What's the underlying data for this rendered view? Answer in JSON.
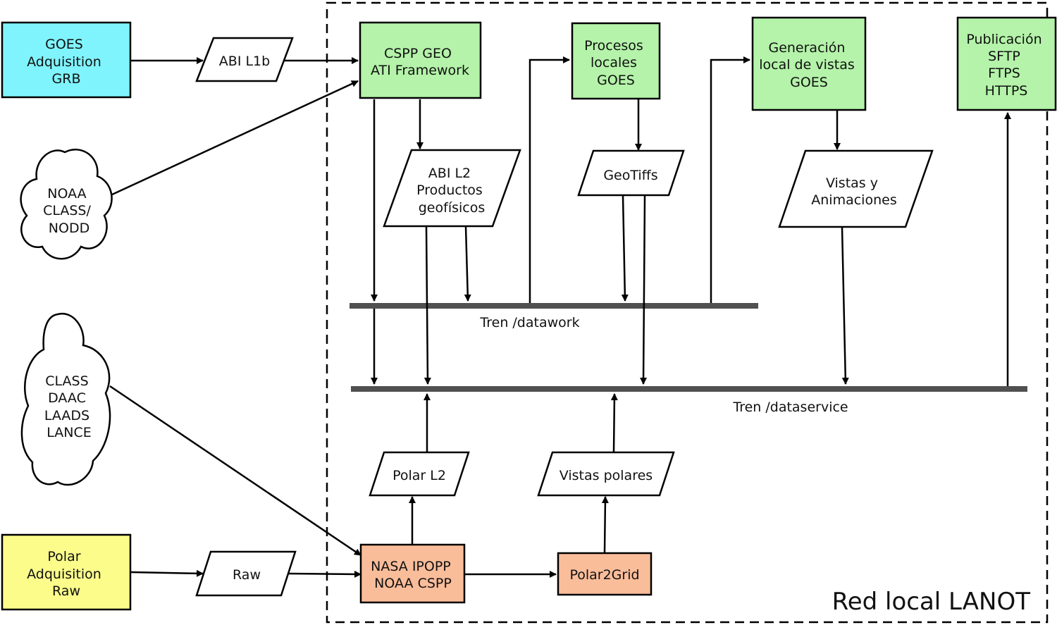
{
  "colors": {
    "cyan": "#80f4fd",
    "green": "#b4f3a9",
    "yellow": "#fbfc8a",
    "orange": "#fabd9a",
    "white": "#ffffff",
    "bus": "#505050",
    "line": "#000000"
  },
  "nodes": {
    "goes_acq": {
      "shape": "rect",
      "fill": "cyan",
      "lines": [
        "GOES",
        "Adquisition",
        "GRB"
      ]
    },
    "abi_l1b": {
      "shape": "parallelogram",
      "fill": "white",
      "lines": [
        "ABI L1b"
      ]
    },
    "cspp_geo": {
      "shape": "rect",
      "fill": "green",
      "lines": [
        "CSPP GEO",
        "ATI Framework"
      ]
    },
    "procesos": {
      "shape": "rect",
      "fill": "green",
      "lines": [
        "Procesos",
        "locales",
        "GOES"
      ]
    },
    "generacion": {
      "shape": "rect",
      "fill": "green",
      "lines": [
        "Generación",
        "local de vistas",
        "GOES"
      ]
    },
    "publicacion": {
      "shape": "rect",
      "fill": "green",
      "lines": [
        "Publicación",
        "SFTP",
        "FTPS",
        "HTTPS"
      ]
    },
    "abi_l2": {
      "shape": "parallelogram",
      "fill": "white",
      "lines": [
        "ABI L2",
        "Productos",
        "geofísicos"
      ]
    },
    "geotiffs": {
      "shape": "parallelogram",
      "fill": "white",
      "lines": [
        "GeoTiffs"
      ]
    },
    "vistas_anim": {
      "shape": "parallelogram",
      "fill": "white",
      "lines": [
        "Vistas y",
        "Animaciones"
      ]
    },
    "noaa_class": {
      "shape": "cloud",
      "fill": "white",
      "lines": [
        "NOAA",
        "CLASS/",
        "NODD"
      ]
    },
    "class_daac": {
      "shape": "cloud",
      "fill": "white",
      "lines": [
        "CLASS",
        "DAAC",
        "LAADS",
        "LANCE"
      ]
    },
    "polar_l2": {
      "shape": "parallelogram",
      "fill": "white",
      "lines": [
        "Polar L2"
      ]
    },
    "vistas_polares": {
      "shape": "parallelogram",
      "fill": "white",
      "lines": [
        "Vistas polares"
      ]
    },
    "polar_acq": {
      "shape": "rect",
      "fill": "yellow",
      "lines": [
        "Polar",
        "Adquisition",
        "Raw"
      ]
    },
    "raw": {
      "shape": "parallelogram",
      "fill": "white",
      "lines": [
        "Raw"
      ]
    },
    "nasa_ipopp": {
      "shape": "rect",
      "fill": "orange",
      "lines": [
        "NASA IPOPP",
        "NOAA CSPP"
      ]
    },
    "polar2grid": {
      "shape": "rect",
      "fill": "orange",
      "lines": [
        "Polar2Grid"
      ]
    }
  },
  "buses": {
    "datawork": {
      "label": "Tren /datawork"
    },
    "dataservice": {
      "label": "Tren /dataservice"
    }
  },
  "boundary": {
    "label": "Red local LANOT"
  },
  "edges": [
    {
      "from": "goes_acq",
      "to": "abi_l1b"
    },
    {
      "from": "abi_l1b",
      "to": "cspp_geo"
    },
    {
      "from": "noaa_class",
      "to": "cspp_geo"
    },
    {
      "from": "cspp_geo",
      "to": "abi_l2"
    },
    {
      "from": "cspp_geo",
      "to": "datawork"
    },
    {
      "from": "abi_l2",
      "to": "datawork"
    },
    {
      "from": "datawork",
      "to": "dataservice"
    },
    {
      "from": "abi_l2",
      "to": "dataservice"
    },
    {
      "from": "datawork",
      "to": "procesos"
    },
    {
      "from": "procesos",
      "to": "geotiffs"
    },
    {
      "from": "geotiffs",
      "to": "datawork"
    },
    {
      "from": "geotiffs",
      "to": "dataservice"
    },
    {
      "from": "datawork",
      "to": "generacion"
    },
    {
      "from": "generacion",
      "to": "vistas_anim"
    },
    {
      "from": "vistas_anim",
      "to": "dataservice"
    },
    {
      "from": "dataservice",
      "to": "publicacion"
    },
    {
      "from": "polar_l2",
      "to": "dataservice"
    },
    {
      "from": "vistas_polares",
      "to": "dataservice"
    },
    {
      "from": "nasa_ipopp",
      "to": "polar_l2"
    },
    {
      "from": "polar2grid",
      "to": "vistas_polares"
    },
    {
      "from": "class_daac",
      "to": "nasa_ipopp"
    },
    {
      "from": "polar_acq",
      "to": "raw"
    },
    {
      "from": "raw",
      "to": "nasa_ipopp"
    },
    {
      "from": "nasa_ipopp",
      "to": "polar2grid"
    }
  ]
}
